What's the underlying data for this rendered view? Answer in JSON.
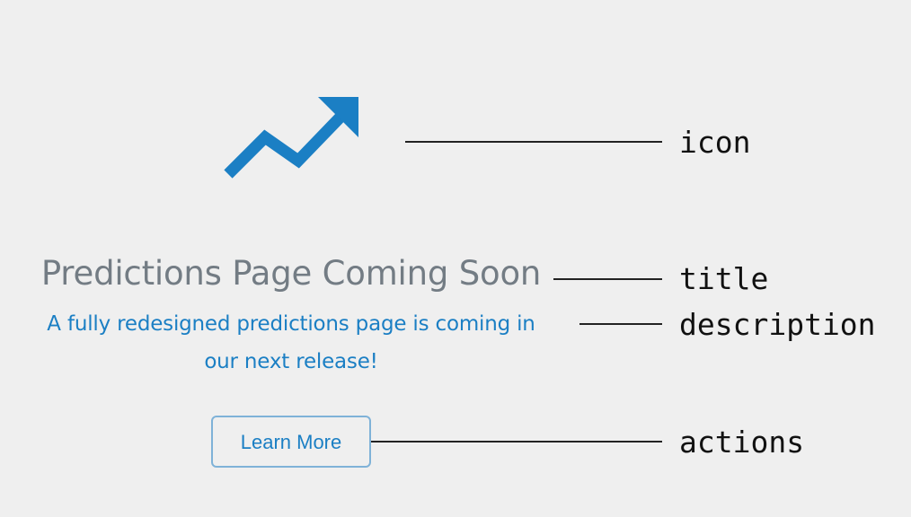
{
  "empty_state": {
    "icon": "trending-up-icon",
    "title": "Predictions Page Coming Soon",
    "description_line1": "A fully redesigned predictions page is coming in",
    "description_line2": "our next release!",
    "action_label": "Learn More"
  },
  "annotations": {
    "icon": "icon",
    "title": "title",
    "description": "description",
    "actions": "actions"
  },
  "colors": {
    "background": "#efefef",
    "accent": "#1b7fc4",
    "title": "#737c84",
    "connector": "#222222"
  }
}
